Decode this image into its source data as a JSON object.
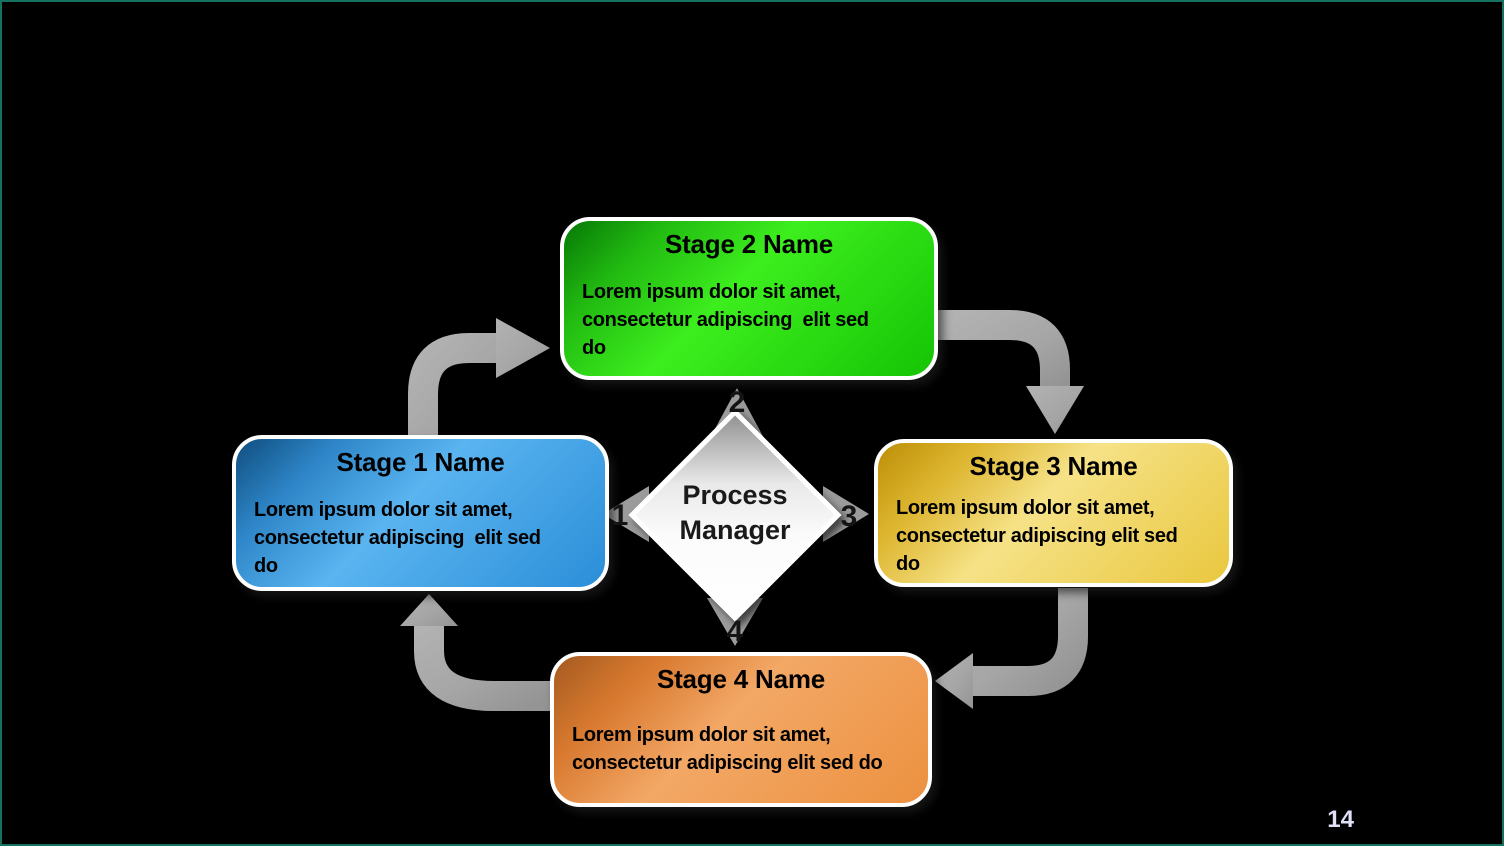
{
  "slide": {
    "page_number": "14",
    "background_color": "#000000",
    "border_color": "#17715f"
  },
  "diagram": {
    "type": "cycle-process",
    "center_label": "Process\nManager",
    "connector_numbers": [
      "1",
      "2",
      "3",
      "4"
    ],
    "arrow_color": "#a6a6a6",
    "small_arrow_color": "#9b9b9b",
    "diamond_colors": [
      "#8f8f8f",
      "#e9e9e9",
      "#ffffff"
    ],
    "stages": [
      {
        "id": "stage-1",
        "position": "left",
        "title": "Stage 1 Name",
        "body": "Lorem ipsum dolor sit amet,\nconsectetur adipiscing  elit sed\ndo",
        "gradient": [
          "#0f4d7e",
          "#2e86c8",
          "#5ab4f0",
          "#2b8ed8"
        ]
      },
      {
        "id": "stage-2",
        "position": "top",
        "title": "Stage 2 Name",
        "body": "Lorem ipsum dolor sit amet,\nconsectetur adipiscing  elit sed\ndo",
        "gradient": [
          "#067806",
          "#22bb11",
          "#3dee1e",
          "#15c404"
        ]
      },
      {
        "id": "stage-3",
        "position": "right",
        "title": "Stage 3 Name",
        "body": "Lorem ipsum dolor sit amet,\nconsectetur adipiscing elit sed\ndo",
        "gradient": [
          "#bd8e08",
          "#ddb52e",
          "#f6e287",
          "#e9c73e"
        ]
      },
      {
        "id": "stage-4",
        "position": "bottom",
        "title": "Stage 4 Name",
        "body": "Lorem ipsum dolor sit amet,\nconsectetur adipiscing elit sed do",
        "gradient": [
          "#a45a20",
          "#d8792f",
          "#f3a866",
          "#ec9140"
        ]
      }
    ]
  }
}
